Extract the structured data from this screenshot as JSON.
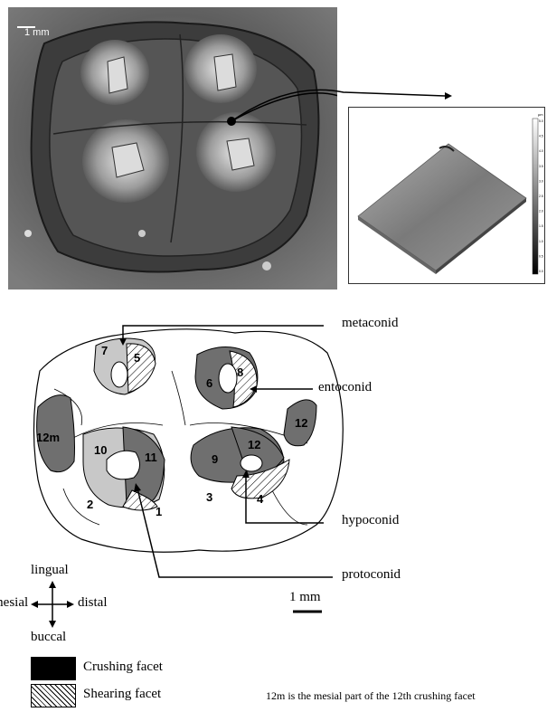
{
  "photo": {
    "scale_label": "1 mm"
  },
  "inset": {
    "unit": "µm",
    "tick_labels": [
      "5.0",
      "4.5",
      "4.0",
      "3.5",
      "3.0",
      "2.5",
      "2.0",
      "1.5",
      "1.0",
      "0.5",
      "0.0"
    ]
  },
  "schematic": {
    "facets": [
      "7",
      "5",
      "6",
      "8",
      "12m",
      "10",
      "11",
      "9",
      "12",
      "12",
      "2",
      "1",
      "3",
      "4"
    ],
    "cusps": {
      "metaconid": "metaconid",
      "entoconid": "entoconid",
      "hypoconid": "hypoconid",
      "protoconid": "protoconid"
    },
    "scale_label": "1 mm"
  },
  "orientation": {
    "lingual": "lingual",
    "mesial": "mesial",
    "distal": "distal",
    "buccal": "buccal"
  },
  "legend": {
    "crushing": "Crushing facet",
    "shearing": "Shearing facet"
  },
  "note": "12m is the mesial part of the 12th crushing facet",
  "colors": {
    "crushing_fill": "#6f6f6f",
    "light_fill": "#c8c8c8",
    "legend_black": "#000000"
  }
}
